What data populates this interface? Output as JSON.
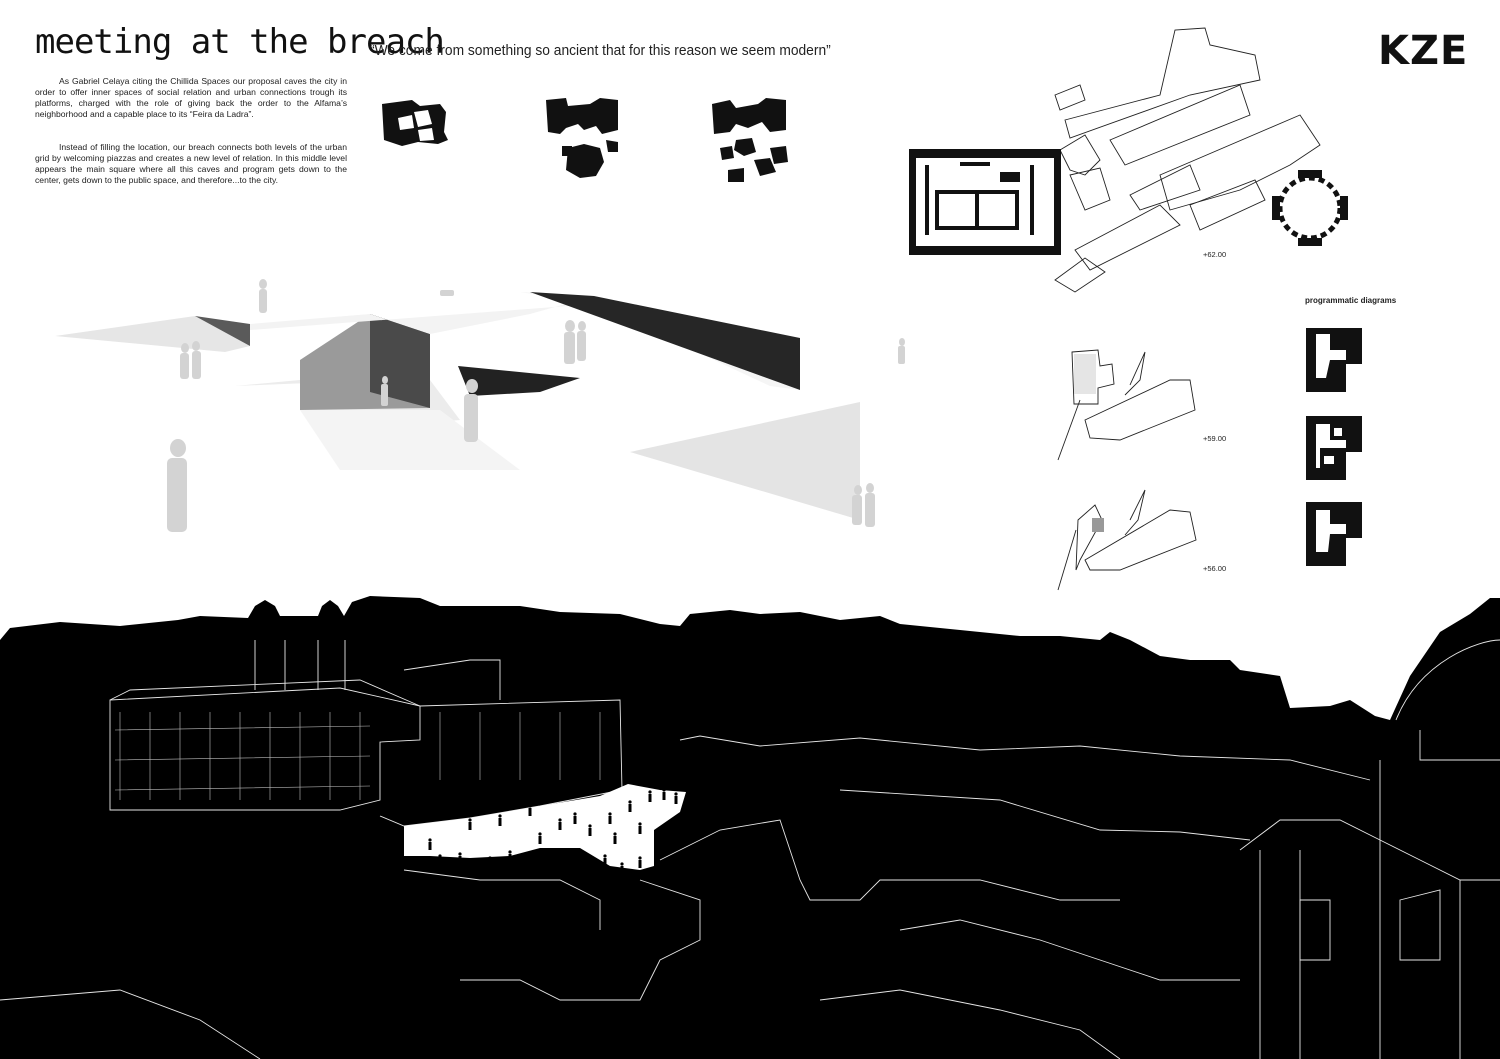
{
  "header": {
    "title": "meeting at the breach",
    "quote": "“We come from something so ancient that for this reason we seem modern”",
    "logo": "KZE"
  },
  "text": {
    "paragraph1": "As Gabriel Celaya citing the Chillida Spaces our proposal caves the city in order to offer inner spaces of social relation and urban connections trough its platforms, charged with the role of giving back the order to the Alfama’s neighborhood and a capable place to its “Feira da Ladra”.",
    "paragraph2": "Instead of filling the location, our breach connects both levels of the urban grid by welcoming piazzas and creates a new level of relation. In this middle level appears the main square where all this caves and program gets down to the center, gets down to the public space, and therefore...to the city."
  },
  "plans": {
    "level1": "+62.00",
    "level2": "+59.00",
    "level3": "+56.00"
  },
  "diagrams": {
    "title": "programmatic diagrams"
  },
  "colors": {
    "ink": "#000000",
    "paper": "#ffffff",
    "shadow": "#8a8a8a"
  }
}
